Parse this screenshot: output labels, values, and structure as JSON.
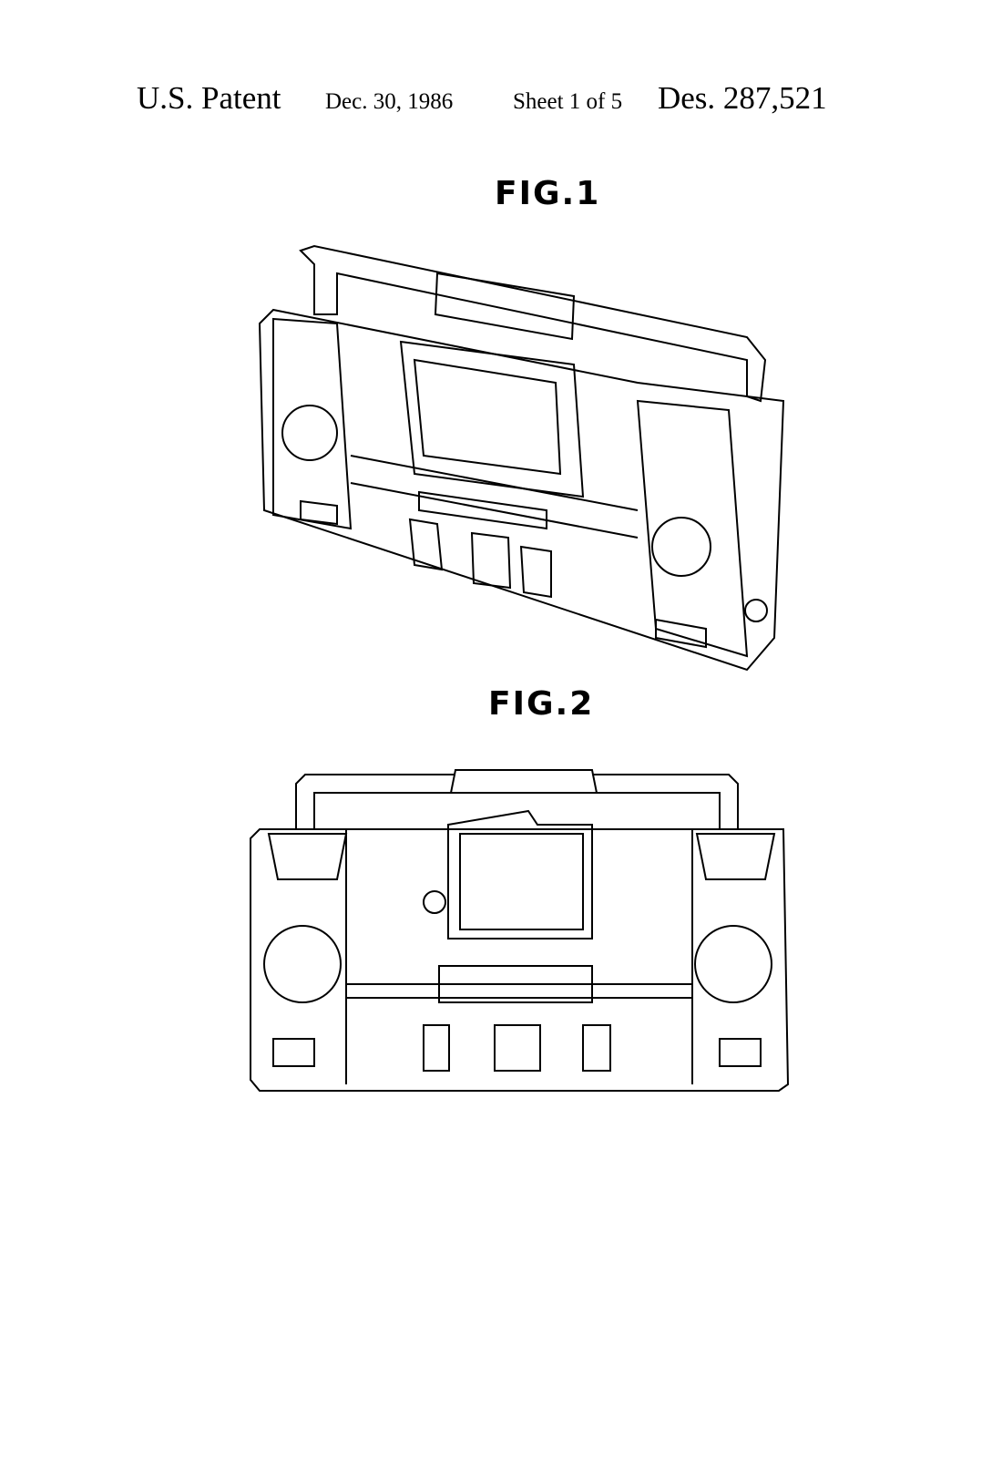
{
  "header": {
    "office": "U.S. Patent",
    "date": "Dec. 30, 1986",
    "sheet": "Sheet 1 of 5",
    "patent_number": "Des. 287,521"
  },
  "figures": [
    {
      "label": "FIG.1"
    },
    {
      "label": "FIG.2"
    }
  ]
}
